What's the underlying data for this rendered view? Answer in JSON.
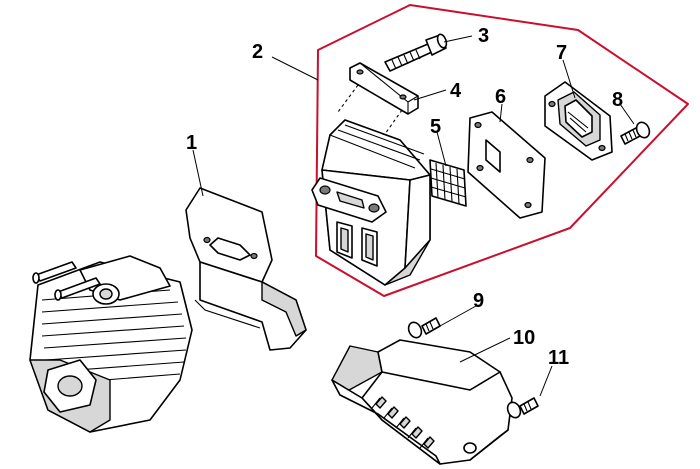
{
  "callouts": [
    "1",
    "2",
    "3",
    "4",
    "5",
    "6",
    "7",
    "8",
    "9",
    "10",
    "11"
  ],
  "colors": {
    "assembly_outline": "#c8102e",
    "line_art": "#000000",
    "shading": "#d7d7d7",
    "background": "#ffffff"
  }
}
